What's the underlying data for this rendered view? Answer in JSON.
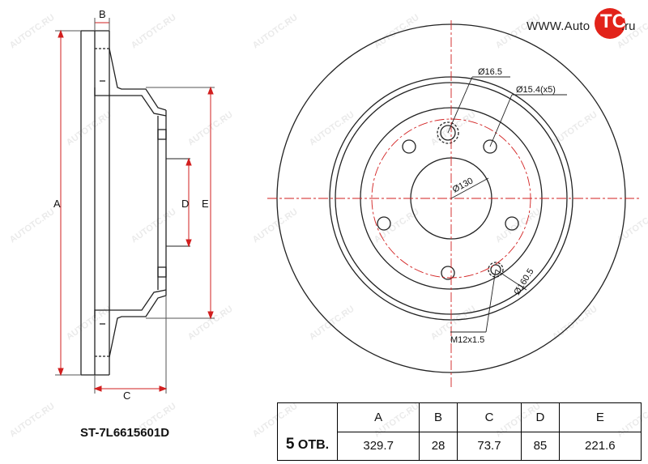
{
  "logo": {
    "www": "WWW.Auto",
    "tc": "TC",
    "ru": ".ru"
  },
  "part_number": "ST-7L6615601D",
  "section_labels": {
    "a": "A",
    "b": "B",
    "c": "C",
    "d": "D",
    "e": "E"
  },
  "face_labels": {
    "d16_5": "Ø16.5",
    "d15_4": "Ø15.4(x5)",
    "d130": "Ø130",
    "d160_5": "Ø160.5",
    "m12": "M12x1.5"
  },
  "spec_table": {
    "holes_num": "5",
    "holes_label": "ОТВ.",
    "headers": [
      "A",
      "B",
      "C",
      "D",
      "E"
    ],
    "values": [
      "329.7",
      "28",
      "73.7",
      "85",
      "221.6"
    ]
  },
  "watermark_text": "AUTOTC.RU"
}
